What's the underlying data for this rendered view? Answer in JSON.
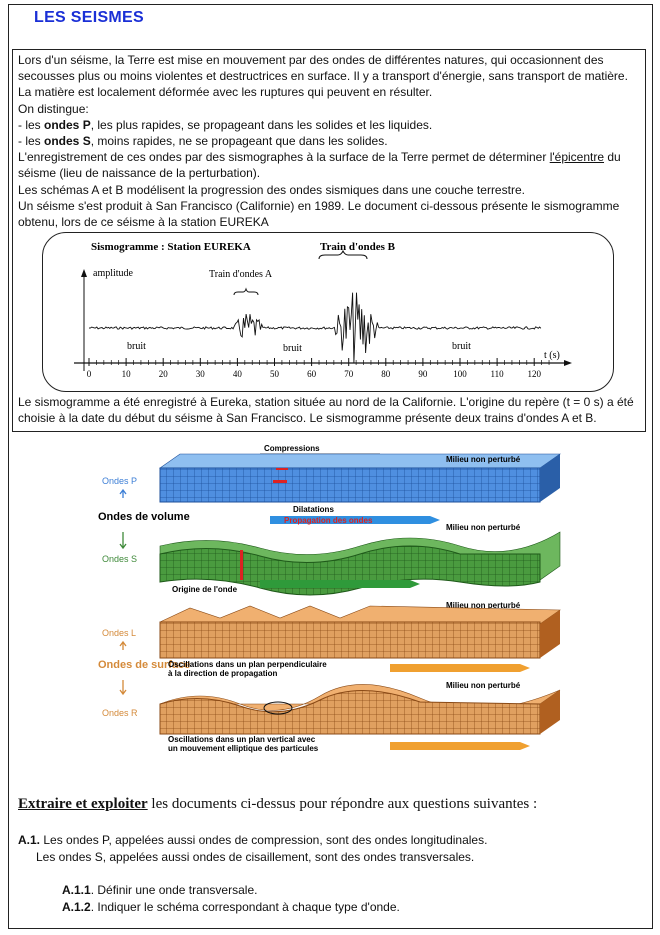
{
  "title": "LES SEISMES",
  "intro": {
    "p1": "Lors d'un séisme, la Terre est mise en mouvement par des ondes de différentes natures, qui occasionnent des secousses plus ou moins violentes et destructrices en surface. Il y a transport d'énergie, sans transport de matière. La matière est localement déformée avec les ruptures qui peuvent en résulter.",
    "p2": "On distingue:",
    "p3_pre": "- les ",
    "p3_bold": "ondes P",
    "p3_post": ", les plus rapides, se propageant dans les solides et les liquides.",
    "p4_pre": "- les ",
    "p4_bold": "ondes S",
    "p4_post": ", moins rapides, ne se propageant que dans les solides.",
    "p5_pre": "L'enregistrement de ces ondes par des sismographes à la surface de la Terre permet de déterminer ",
    "p5_link": "l'épicentre",
    "p5_post": " du séisme (lieu de naissance de la perturbation).",
    "p6": "Les schémas A et B modélisent la progression des ondes sismiques dans une couche terrestre.",
    "p7": "Un séisme s'est produit à San Francisco (Californie) en 1989. Le document ci-dessous présente le sismogramme obtenu, lors de ce séisme à la station EUREKA"
  },
  "seismogram": {
    "title": "Sismogramme : Station EUREKA",
    "y_label": "amplitude",
    "x_label": "t (s)",
    "train_a": "Train d'ondes A",
    "train_b": "Train d'ondes B",
    "noise_label": "bruit",
    "ticks": [
      "0",
      "10",
      "20",
      "30",
      "40",
      "50",
      "60",
      "70",
      "80",
      "90",
      "100",
      "110",
      "120"
    ]
  },
  "after": "Le sismogramme a été enregistré à Eureka, station située au nord de la Californie. L'origine du repère (t = 0 s) a été choisie à la date du début du séisme à San Francisco. Le sismogramme présente deux trains d'ondes A et B.",
  "waves_figure": {
    "compressions": "Compressions",
    "dilatations": "Dilatations",
    "propagation": "Propagation des ondes",
    "milieu": "Milieu non perturbé",
    "ondes_p": "Ondes P",
    "ondes_volume": "Ondes de volume",
    "ondes_s": "Ondes S",
    "origine": "Origine de l'onde",
    "ondes_l": "Ondes L",
    "ondes_surface": "Ondes de surface",
    "ondes_r": "Ondes R",
    "osc_l1": "Oscillations dans un plan perpendiculaire",
    "osc_l2": "à la direction de propagation",
    "osc_r1": "Oscillations dans un plan vertical avec",
    "osc_r2": "un mouvement elliptique des particules",
    "colors": {
      "p": "#3d7fd6",
      "s": "#3f8a3a",
      "surface": "#d48a3a",
      "arrow_blue": "#2f8fe0",
      "arrow_green": "#2f9a3a",
      "arrow_orange": "#f0a030"
    }
  },
  "section": {
    "title_bold": "Extraire et exploiter",
    "title_rest": " les documents ci-dessus pour répondre aux questions suivantes :"
  },
  "questions": {
    "a1_label": "A.1.",
    "a1_line1": " Les ondes P, appelées aussi ondes de compression, sont des ondes longitudinales.",
    "a1_line2": "Les ondes S, appelées aussi ondes de cisaillement, sont des ondes transversales.",
    "a11_label": "A.1.1",
    "a11_text": ". Définir une onde transversale.",
    "a12_label": "A.1.2",
    "a12_text": ". Indiquer le schéma correspondant à chaque type d'onde."
  }
}
